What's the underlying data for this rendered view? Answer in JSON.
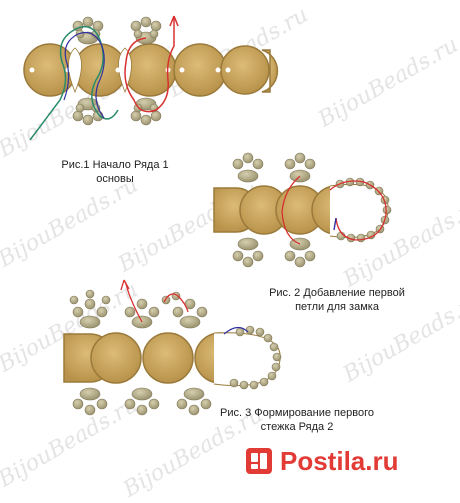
{
  "watermark": "BijouBeads.ru",
  "captions": {
    "fig1_line1": "Рис.1 Начало Ряда 1",
    "fig1_line2": "основы",
    "fig2_line1": "Рис. 2 Добавление первой",
    "fig2_line2": "петли для замка",
    "fig3_line1": "Рис. 3 Формирование первого",
    "fig3_line2": "стежка Ряда 2"
  },
  "banner": {
    "brand": "Postila.ru"
  },
  "colors": {
    "bead_gold": "#c8a45e",
    "bead_stroke": "#9a7a3a",
    "seed_bead": "#b8b08a",
    "thread_red": "#d83030",
    "thread_green": "#2a8a6a",
    "thread_blue": "#3030a0",
    "brand_red": "#e23b35"
  }
}
